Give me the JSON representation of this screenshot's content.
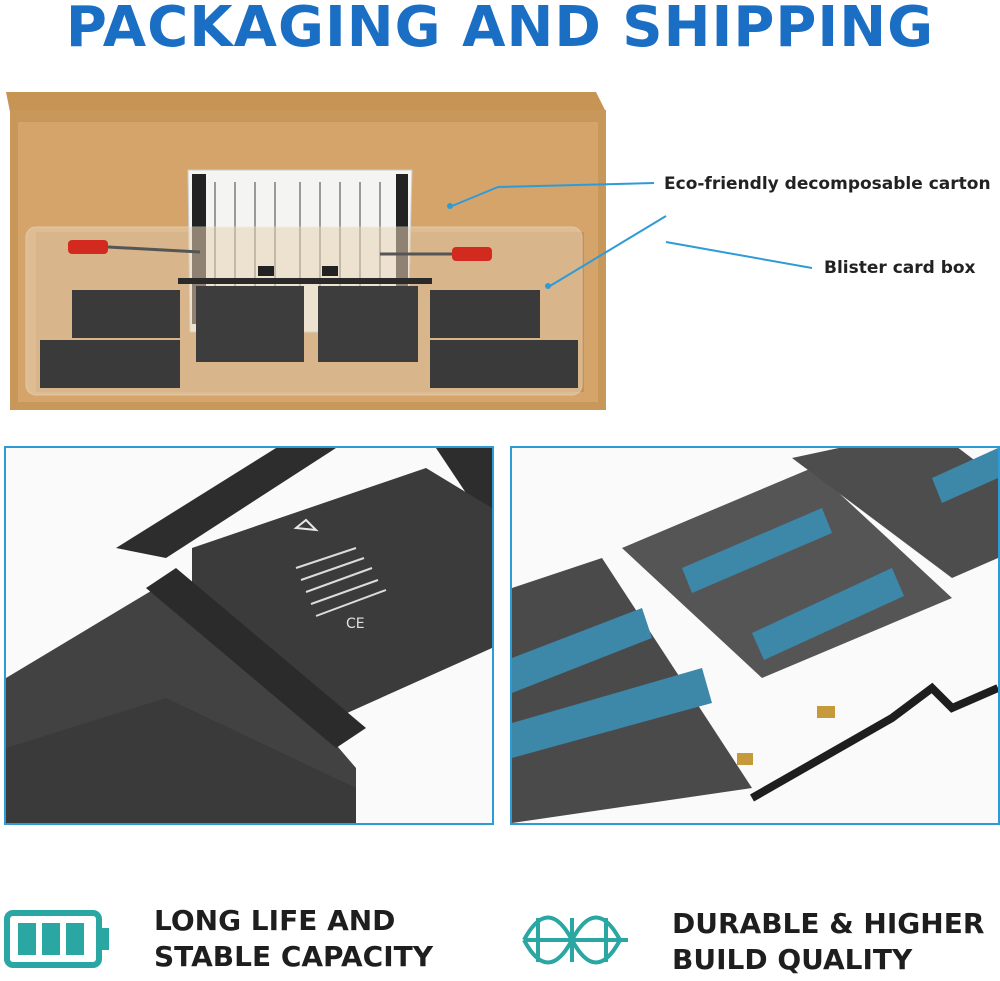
{
  "header": {
    "title": "PACKAGING AND SHIPPING"
  },
  "callouts": [
    {
      "label": "Eco-friendly decomposable carton"
    },
    {
      "label": "Blister card box"
    }
  ],
  "features": [
    {
      "icon": "battery-icon",
      "line1": "LONG LIFE AND",
      "line2": "STABLE CAPACITY"
    },
    {
      "icon": "cable-icon",
      "line1": "DURABLE & HIGHER",
      "line2": "BUILD QUALITY"
    }
  ],
  "colors": {
    "title": "#1a6fc4",
    "panel_border": "#2f9bd6",
    "icon": "#2aa6a3",
    "cardboard": "#c8975a"
  }
}
